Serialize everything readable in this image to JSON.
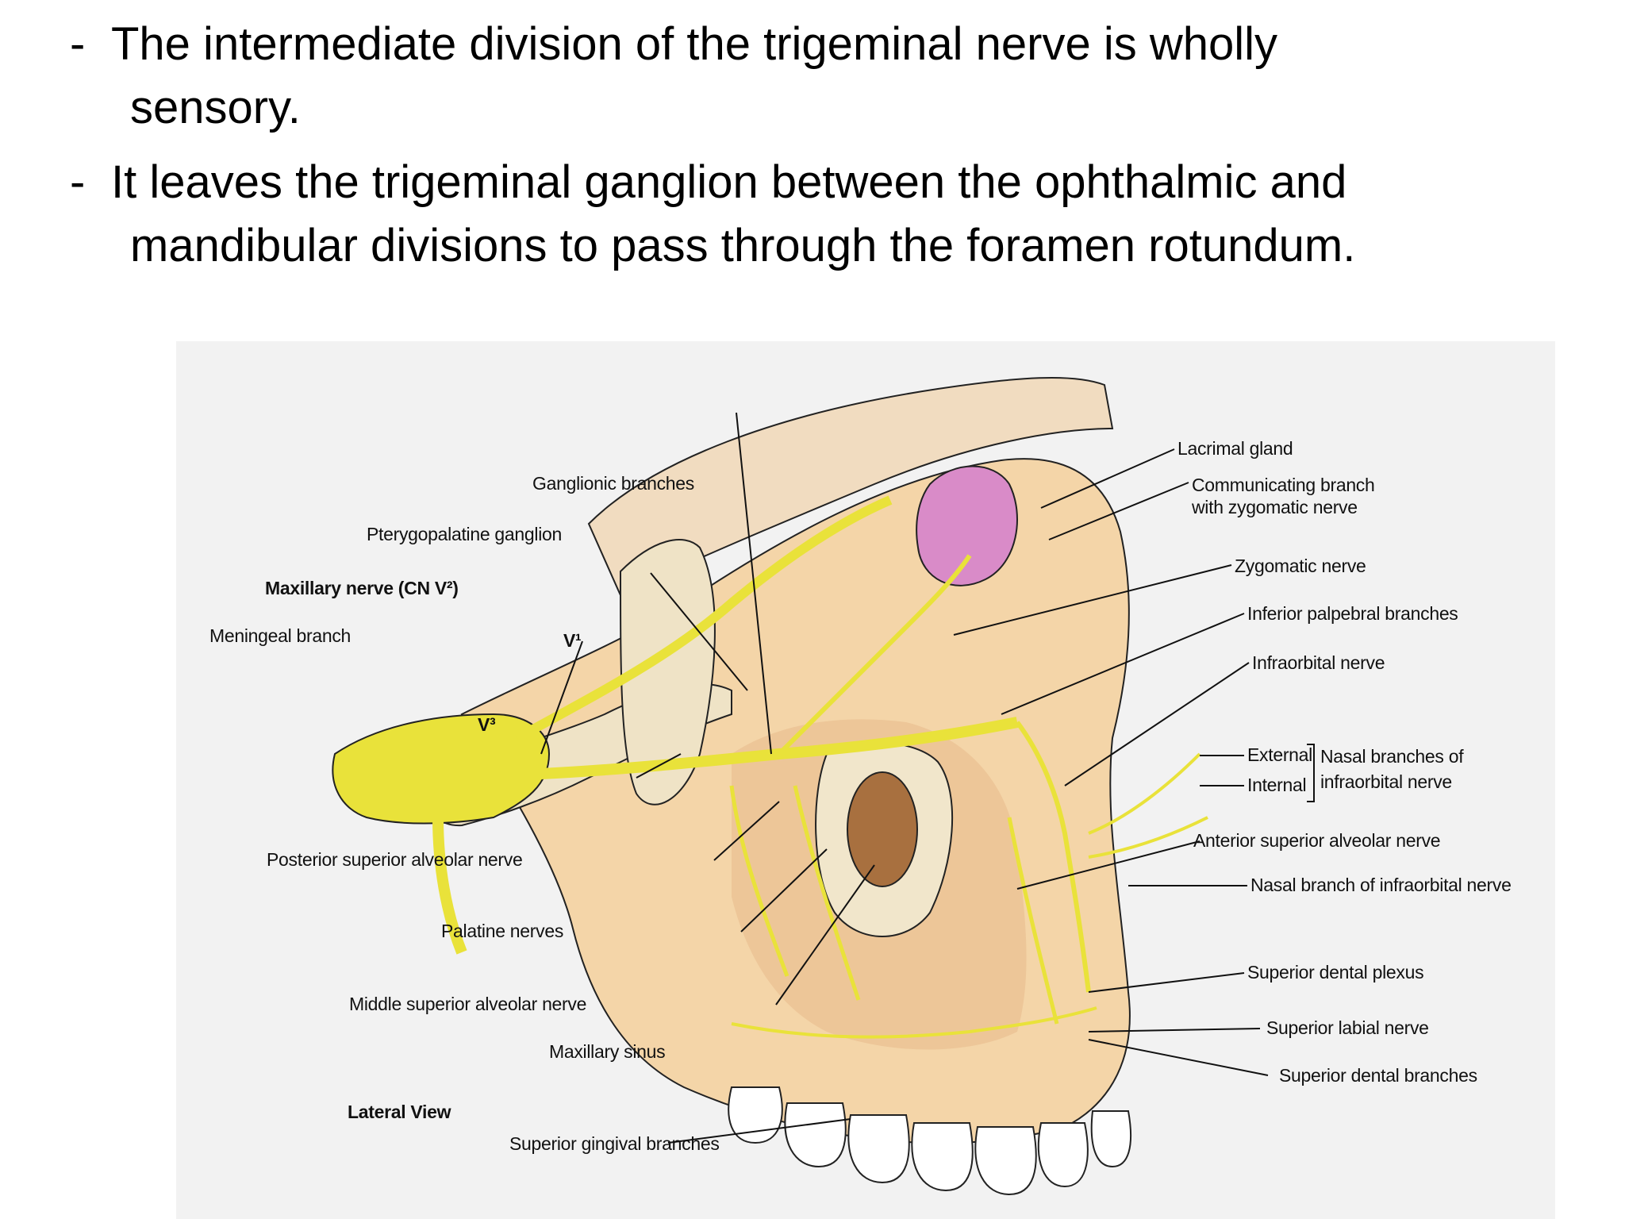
{
  "slide": {
    "bullets": [
      {
        "dash": "-",
        "line1": "The intermediate division of the trigeminal nerve is wholly",
        "line2": "sensory."
      },
      {
        "dash": "-",
        "line1": "It leaves the trigeminal ganglion between the ophthalmic and",
        "line2": "mandibular divisions to pass through the foramen rotundum."
      }
    ]
  },
  "figure": {
    "labels": {
      "lacrimal_gland": "Lacrimal gland",
      "communicating_branch_1": "Communicating branch",
      "communicating_branch_2": "with zygomatic nerve",
      "ganglionic_branches": "Ganglionic branches",
      "pterygopalatine_ganglion": "Pterygopalatine ganglion",
      "maxillary_nerve": "Maxillary nerve (CN V²)",
      "meningeal_branch": "Meningeal branch",
      "v1": "V¹",
      "v3": "V³",
      "zygomatic_nerve": "Zygomatic nerve",
      "inferior_palpebral": "Inferior palpebral branches",
      "infraorbital_nerve": "Infraorbital nerve",
      "external": "External",
      "internal": "Internal",
      "nasal_branches_1": "Nasal branches of",
      "nasal_branches_2": "infraorbital nerve",
      "anterior_superior_alveolar": "Anterior superior alveolar nerve",
      "nasal_branch_infraorbital": "Nasal branch of infraorbital nerve",
      "posterior_superior_alveolar": "Posterior superior alveolar nerve",
      "palatine_nerves": "Palatine nerves",
      "middle_superior_alveolar": "Middle superior alveolar nerve",
      "maxillary_sinus": "Maxillary sinus",
      "superior_dental_plexus": "Superior dental plexus",
      "superior_labial_nerve": "Superior labial nerve",
      "superior_dental_branches": "Superior dental branches",
      "lateral_view": "Lateral View",
      "superior_gingival_branches": "Superior gingival branches"
    },
    "colors": {
      "nerve": "#e9e23a",
      "bone": "#f4d5a8",
      "bone_shadow": "#e8b98a",
      "gland": "#d98bc8",
      "background": "#f2f2f2"
    }
  }
}
